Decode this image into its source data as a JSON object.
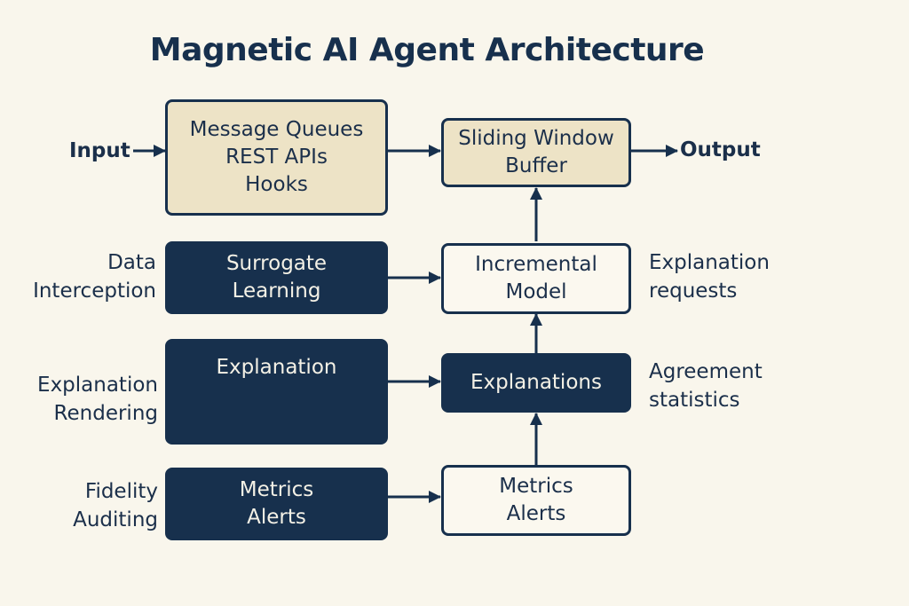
{
  "title": "Magnetic AI Agent Architecture",
  "colors": {
    "background": "#f9f6ec",
    "navy": "#17304d",
    "beige": "#ede3c6",
    "light": "#fbf8ef"
  },
  "io": {
    "input": "Input",
    "output": "Output"
  },
  "left_labels": [
    {
      "lines": [
        "Data",
        "Interception"
      ]
    },
    {
      "lines": [
        "Explanation",
        "Rendering"
      ]
    },
    {
      "lines": [
        "Fidelity",
        "Auditing"
      ]
    }
  ],
  "left_boxes": [
    {
      "lines": [
        "Message Queues",
        "REST APIs",
        "Hooks"
      ],
      "style": "beige"
    },
    {
      "lines": [
        "Surrogate",
        "Learning"
      ],
      "style": "dark"
    },
    {
      "lines": [
        "Explanation"
      ],
      "style": "dark"
    },
    {
      "lines": [
        "Metrics",
        "Alerts"
      ],
      "style": "dark"
    }
  ],
  "right_boxes": [
    {
      "lines": [
        "Sliding Window",
        "Buffer"
      ],
      "style": "beige"
    },
    {
      "lines": [
        "Incremental",
        "Model"
      ],
      "style": "light"
    },
    {
      "lines": [
        "Explanations"
      ],
      "style": "dark"
    },
    {
      "lines": [
        "Metrics",
        "Alerts"
      ],
      "style": "light"
    }
  ],
  "right_labels": [
    {
      "lines": [
        "Explanation",
        "requests"
      ]
    },
    {
      "lines": [
        "Agreement",
        "statistics"
      ]
    }
  ]
}
